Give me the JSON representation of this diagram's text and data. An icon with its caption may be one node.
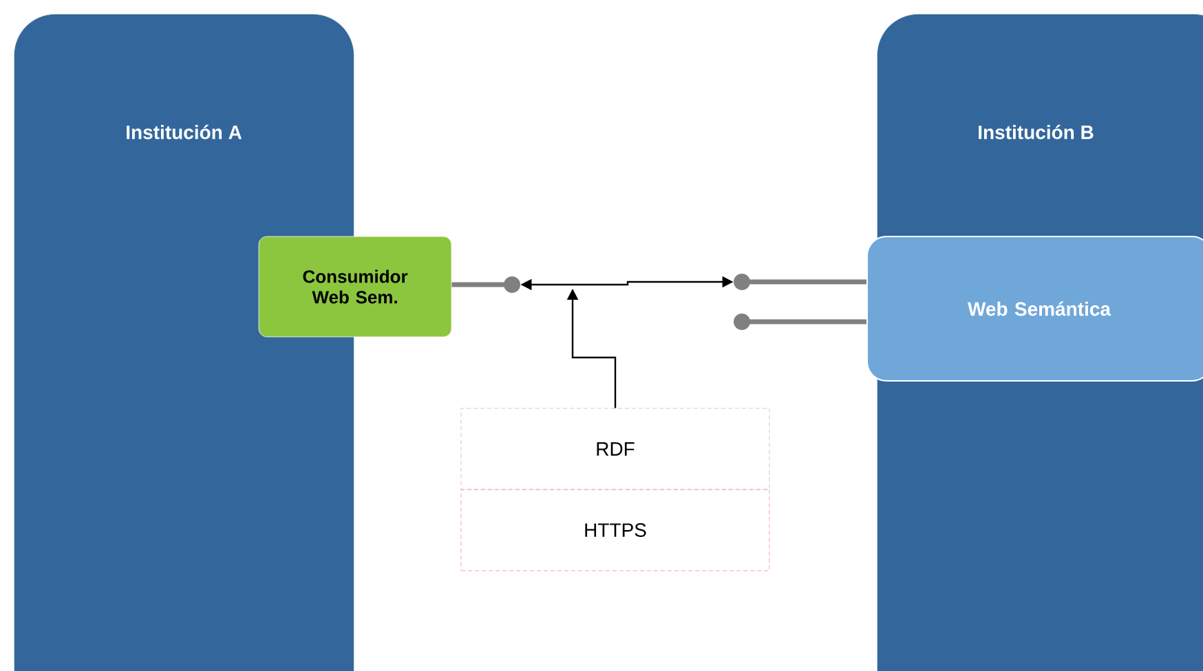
{
  "diagram": {
    "nodes": [
      {
        "text": [
          "Institución A"
        ]
      },
      {
        "text": [
          "Consumidor Web Sem."
        ]
      },
      {
        "text": [
          "Institución  B"
        ]
      },
      {
        "text": [
          "Web Semántica"
        ],
        "in": 2
      },
      {
        "text": [
          "RDF"
        ]
      },
      {
        "text": [
          "HTTPS"
        ]
      },
      {
        "text": [],
        "shape": "circle"
      },
      {
        "text": [],
        "shape": "circle"
      },
      {
        "text": [],
        "shape": "circle"
      }
    ],
    "edges": [
      {
        "from": 1,
        "to": 6,
        "arrow": "none"
      },
      {
        "from": 3,
        "to": 7,
        "arrow": "none"
      },
      {
        "from": 3,
        "to": 8,
        "arrow": "none"
      },
      {
        "from": 6,
        "to": 7,
        "arrow": "both",
        "color": "#000000"
      },
      {
        "from": 4,
        "to": null,
        "arrow": "to",
        "color": "#000000"
      }
    ]
  }
}
